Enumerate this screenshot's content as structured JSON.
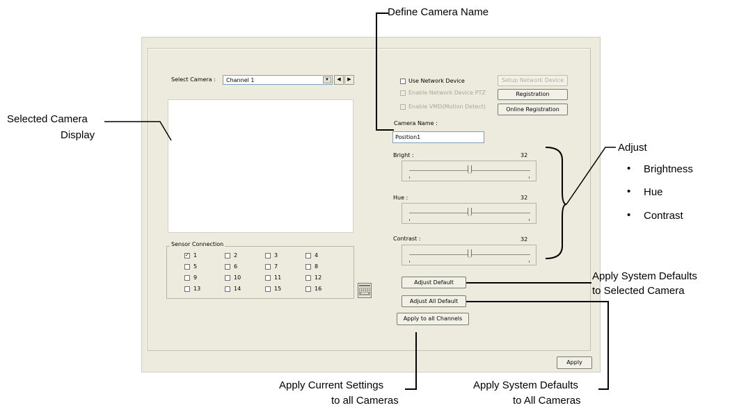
{
  "dialog": {
    "select_camera_label": "Select Camera :",
    "select_camera_value": "Channel 1",
    "use_network_device": "Use Network Device",
    "enable_ptz": "Enable Network Device PTZ",
    "enable_vmd": "Enable VMD(Motion Detect)",
    "setup_network_device": "Setup Network Device",
    "registration": "Registration",
    "online_registration": "Online Registration",
    "camera_name_label": "Camera Name :",
    "camera_name_value": "Position1",
    "bright_label": "Bright :",
    "bright_value": "32",
    "hue_label": "Hue :",
    "hue_value": "32",
    "contrast_label": "Contrast :",
    "contrast_value": "32",
    "adjust_default": "Adjust Default",
    "adjust_all_default": "Adjust All Default",
    "apply_all_channels": "Apply to all Channels",
    "apply": "Apply",
    "sensor_title": "Sensor Connection",
    "sensors": [
      "1",
      "2",
      "3",
      "4",
      "5",
      "6",
      "7",
      "8",
      "9",
      "10",
      "11",
      "12",
      "13",
      "14",
      "15",
      "16"
    ],
    "sensor_checked": [
      true,
      false,
      false,
      false,
      false,
      false,
      false,
      false,
      false,
      false,
      false,
      false,
      false,
      false,
      false,
      false
    ]
  },
  "annotations": {
    "define_camera_name": "Define Camera Name",
    "selected_camera_display_1": "Selected Camera",
    "selected_camera_display_2": "Display",
    "adjust": "Adjust",
    "adjust_items": [
      "Brightness",
      "Hue",
      "Contrast"
    ],
    "defaults_selected_1": "Apply System Defaults",
    "defaults_selected_2": "to Selected Camera",
    "current_all_1": "Apply Current Settings",
    "current_all_2": "to all Cameras",
    "defaults_all_1": "Apply System Defaults",
    "defaults_all_2": "to All Cameras"
  }
}
